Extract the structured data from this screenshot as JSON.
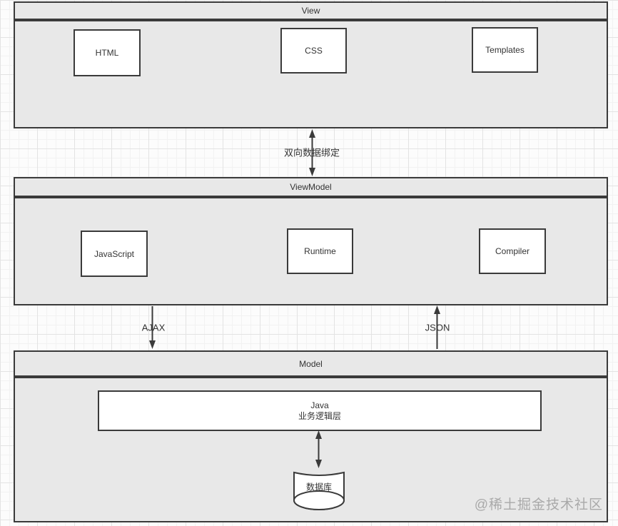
{
  "sections": {
    "view": {
      "title": "View",
      "boxes": {
        "html": "HTML",
        "css": "CSS",
        "templates": "Templates"
      }
    },
    "viewmodel": {
      "title": "ViewModel",
      "boxes": {
        "javascript": "JavaScript",
        "runtime": "Runtime",
        "compiler": "Compiler"
      }
    },
    "model": {
      "title": "Model",
      "java_box": {
        "line1": "Java",
        "line2": "业务逻辑层"
      },
      "database_label": "数据库"
    }
  },
  "connectors": {
    "view_viewmodel": {
      "label": "双向数据绑定",
      "direction": "bidirectional"
    },
    "viewmodel_to_model": {
      "label": "AJAX",
      "direction": "down"
    },
    "model_to_viewmodel": {
      "label": "JSON",
      "direction": "up"
    },
    "java_to_database": {
      "direction": "bidirectional"
    }
  },
  "watermark": {
    "text": "@稀土掘金技术社区"
  },
  "colors": {
    "section_fill": "#e8e8e8",
    "node_fill": "#ffffff",
    "border": "#3a3a3a",
    "text": "#333333",
    "watermark": "#a9a9a9"
  }
}
